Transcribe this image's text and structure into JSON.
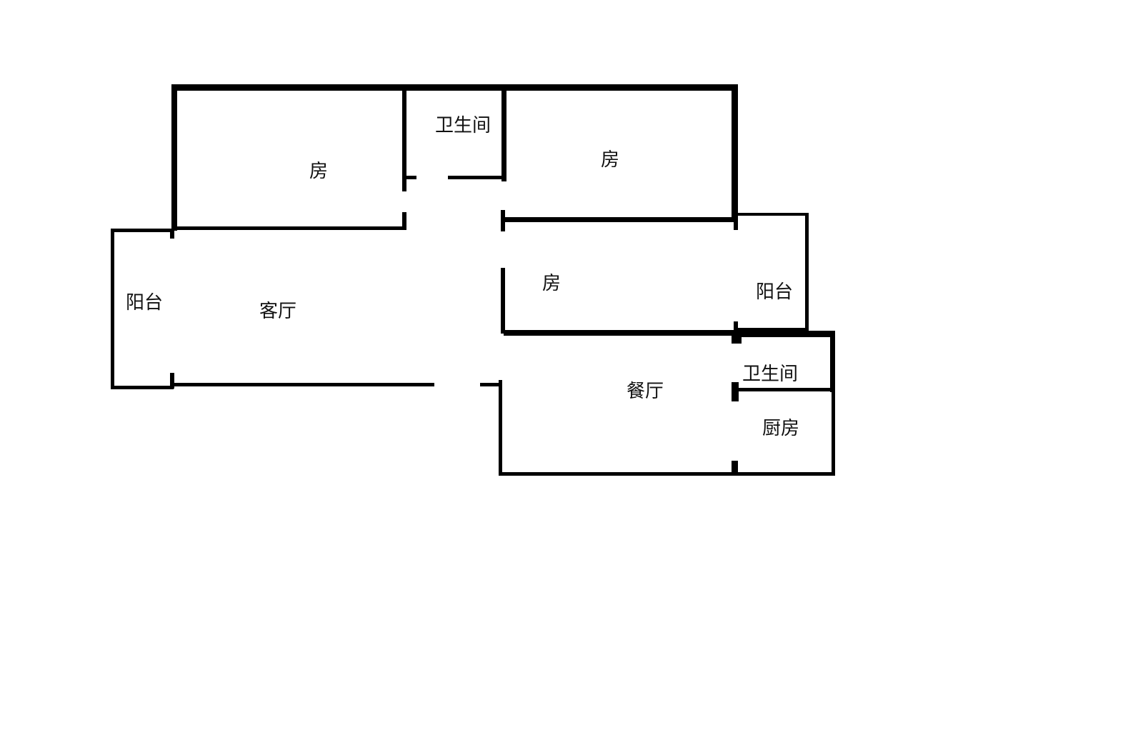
{
  "diagram": {
    "type": "floor-plan",
    "wall_color": "#000000",
    "background": "#ffffff",
    "rooms": [
      {
        "id": "bedroom-top-left",
        "label": "房"
      },
      {
        "id": "bathroom-top",
        "label": "卫生间"
      },
      {
        "id": "bedroom-top-right",
        "label": "房"
      },
      {
        "id": "bedroom-middle",
        "label": "房"
      },
      {
        "id": "balcony-left",
        "label": "阳台"
      },
      {
        "id": "living-room",
        "label": "客厅"
      },
      {
        "id": "balcony-right",
        "label": "阳台"
      },
      {
        "id": "bathroom-lower",
        "label": "卫生间"
      },
      {
        "id": "dining-room",
        "label": "餐厅"
      },
      {
        "id": "kitchen",
        "label": "厨房"
      }
    ]
  }
}
